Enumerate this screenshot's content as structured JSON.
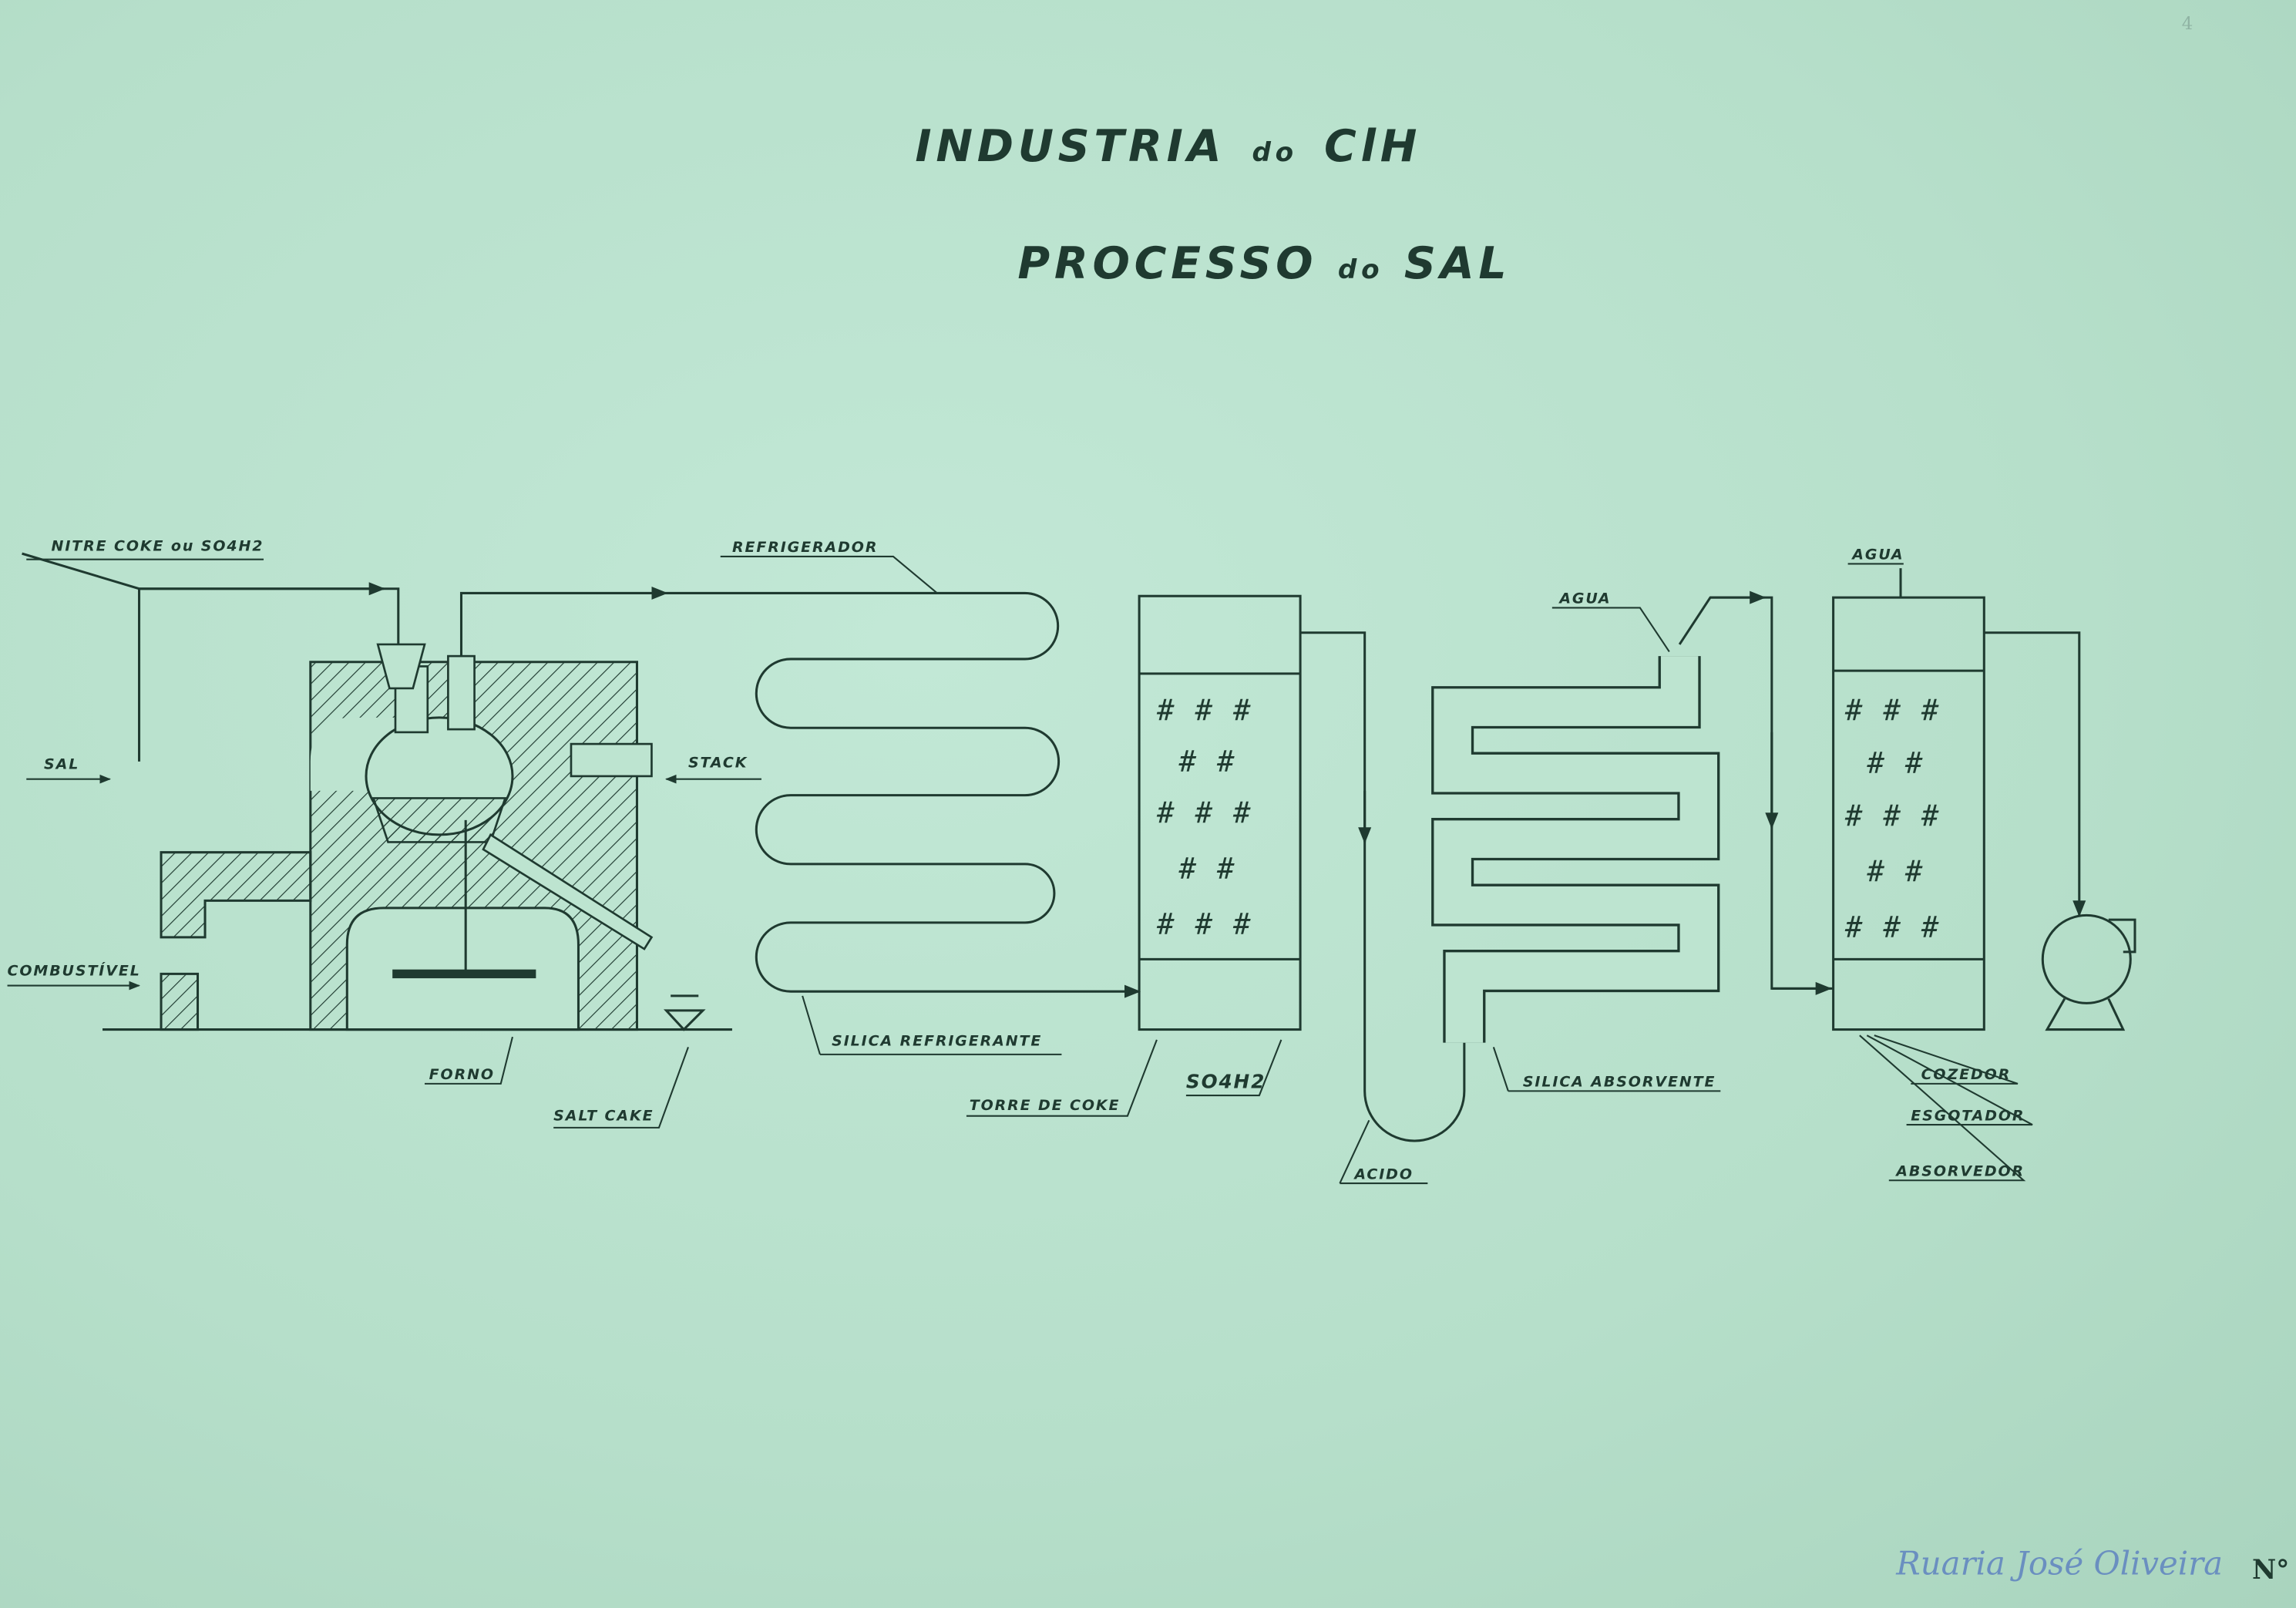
{
  "title": {
    "main": "INDUSTRIA",
    "main_small": "do",
    "main_end": "ClH",
    "sub": "PROCESSO",
    "sub_small": "do",
    "sub_end": "SAL"
  },
  "labels": {
    "nitre": "NITRE COKE ou SO4H2",
    "sal": "SAL",
    "stack": "STACK",
    "combustivel": "COMBUSTÍVEL",
    "forno": "FORNO",
    "salt_cake": "SALT CAKE",
    "refrigerador": "REFRIGERADOR",
    "silica_refrigerante": "SILICA REFRIGERANTE",
    "torre_coke": "TORRE DE COKE",
    "so4h2": "SO4H2",
    "acido": "ACIDO",
    "agua_1": "AGUA",
    "silica_absorvente": "SILICA ABSORVENTE",
    "agua_2": "AGUA",
    "cozedor": "COZEDOR",
    "esgotador": "ESGOTADOR",
    "absorvedor": "ABSORVEDOR"
  },
  "packing_symbol": "#",
  "signature": "Ruaria José Oliveira",
  "sheet_number": "N°",
  "corner_mark": "4"
}
